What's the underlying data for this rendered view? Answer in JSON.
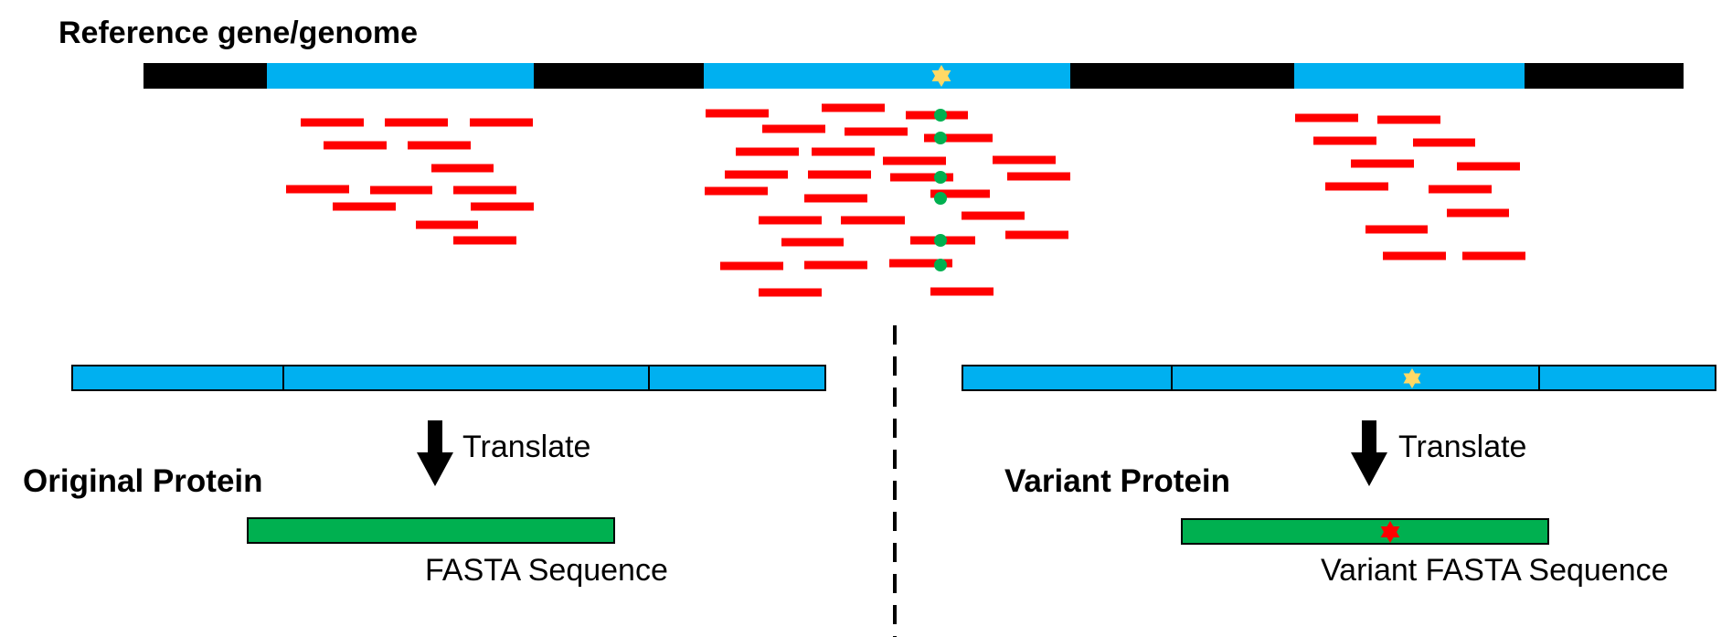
{
  "title": "Reference gene/genome",
  "left": {
    "translate_label": "Translate",
    "protein_label": "Original Protein",
    "sequence_label": "FASTA Sequence"
  },
  "right": {
    "translate_label": "Translate",
    "protein_label": "Variant Protein",
    "sequence_label": "Variant FASTA Sequence"
  },
  "colors": {
    "exon": "#00b0f0",
    "intron": "#000000",
    "read": "#ff0000",
    "variant_marker": "#00b050",
    "protein": "#00b050",
    "star_reference": "#ffd966",
    "star_variant": "#ff0000"
  },
  "icons": {
    "variant_site": "star-icon",
    "variant_call": "dot-icon",
    "translate": "down-arrow-icon"
  }
}
